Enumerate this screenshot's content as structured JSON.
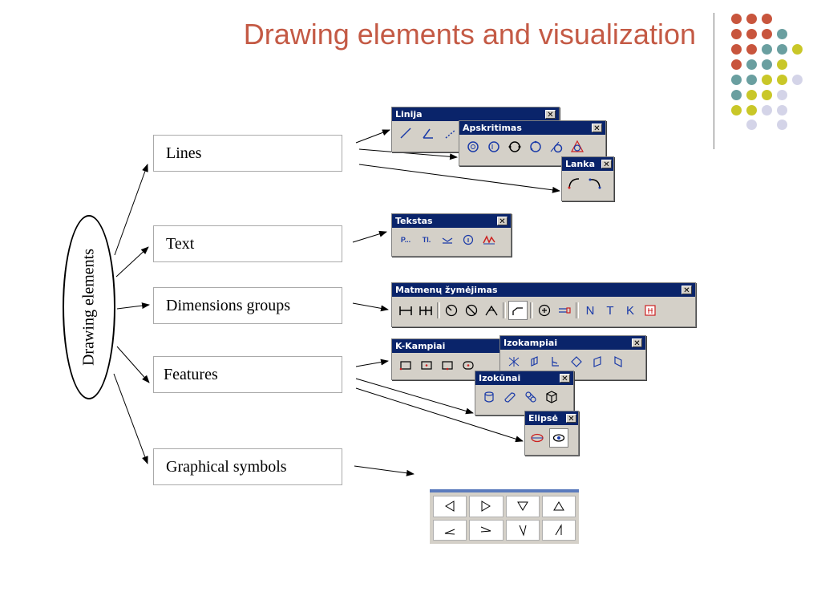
{
  "header": {
    "title": "Drawing elements and visualization"
  },
  "diagram": {
    "root": "Drawing elements",
    "categories": [
      "Lines",
      "Text",
      "Dimensions groups",
      "Features",
      "Graphical symbols"
    ]
  },
  "toolbars": {
    "linija": {
      "title": "Linija",
      "close": "✕"
    },
    "apskritimas": {
      "title": "Apskritimas",
      "close": "✕"
    },
    "lanka": {
      "title": "Lanka",
      "close": "✕"
    },
    "tekstas": {
      "title": "Tekstas",
      "close": "✕"
    },
    "matmenu": {
      "title": "Matmenų žymėjimas",
      "close": "✕"
    },
    "kkampiai": {
      "title": "K-Kampiai",
      "close": "✕"
    },
    "izokampiai": {
      "title": "Izokampiai",
      "close": "✕"
    },
    "izokunai": {
      "title": "Izokūnai",
      "close": "✕"
    },
    "elipse": {
      "title": "Elipsė",
      "close": "✕"
    }
  },
  "icon_labels": {
    "text_p": "P...",
    "text_ti": "TI.",
    "dim_n": "N",
    "dim_t": "T",
    "dim_k": "K"
  },
  "colors": {
    "title": "#c45a45",
    "toolbar_title_bg": "#0a246a",
    "toolbar_bg": "#d4d0c8",
    "icon_blue": "#1a3aa8",
    "icon_red": "#cc2020"
  },
  "decor_dots": [
    {
      "color": "#c8553d"
    },
    {
      "color": "#c8553d"
    },
    {
      "color": "#c8553d"
    },
    {
      "color": "#c8553d"
    },
    {
      "color": "#c8553d"
    },
    {
      "color": "#c8553d"
    },
    {
      "color": "#6a9fa0"
    },
    {
      "color": "#c8553d"
    },
    {
      "color": "#c8553d"
    },
    {
      "color": "#6a9fa0"
    },
    {
      "color": "#6a9fa0"
    },
    {
      "color": "#c9c728"
    },
    {
      "color": "#c8553d"
    },
    {
      "color": "#6a9fa0"
    },
    {
      "color": "#6a9fa0"
    },
    {
      "color": "#c9c728"
    },
    {
      "color": "#6a9fa0"
    },
    {
      "color": "#6a9fa0"
    },
    {
      "color": "#c9c728"
    },
    {
      "color": "#c9c728"
    },
    {
      "color": "#d4d4e8"
    },
    {
      "color": "#6a9fa0"
    },
    {
      "color": "#c9c728"
    },
    {
      "color": "#c9c728"
    },
    {
      "color": "#d4d4e8"
    },
    {
      "color": "#c9c728"
    },
    {
      "color": "#c9c728"
    },
    {
      "color": "#d4d4e8"
    },
    {
      "color": "#d4d4e8"
    },
    {
      "color": "#d4d4e8"
    },
    {
      "color": "#d4d4e8"
    }
  ]
}
